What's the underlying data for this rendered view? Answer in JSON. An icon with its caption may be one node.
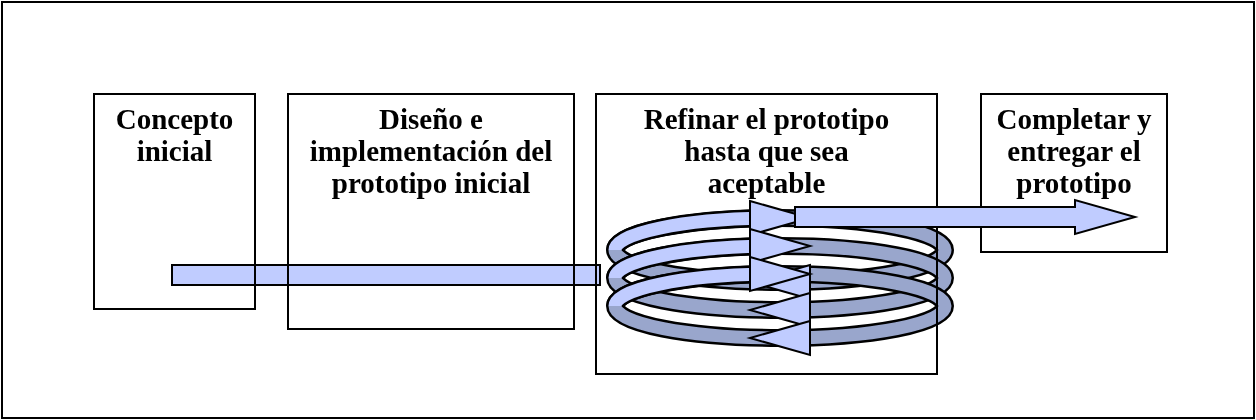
{
  "diagram": {
    "nodes": [
      {
        "text": [
          "Concepto inicial"
        ]
      },
      {
        "text": [
          "Diseño e implementación del prototipo inicial"
        ]
      },
      {
        "text": [
          "Refinar el prototipo hasta que sea aceptable"
        ]
      },
      {
        "text": [
          "Completar y entregar el prototipo"
        ]
      }
    ],
    "edges": [
      {
        "from": 0,
        "to": 2,
        "arrow": "none"
      },
      {
        "from": 2,
        "to": 3,
        "arrow": "to"
      }
    ]
  }
}
